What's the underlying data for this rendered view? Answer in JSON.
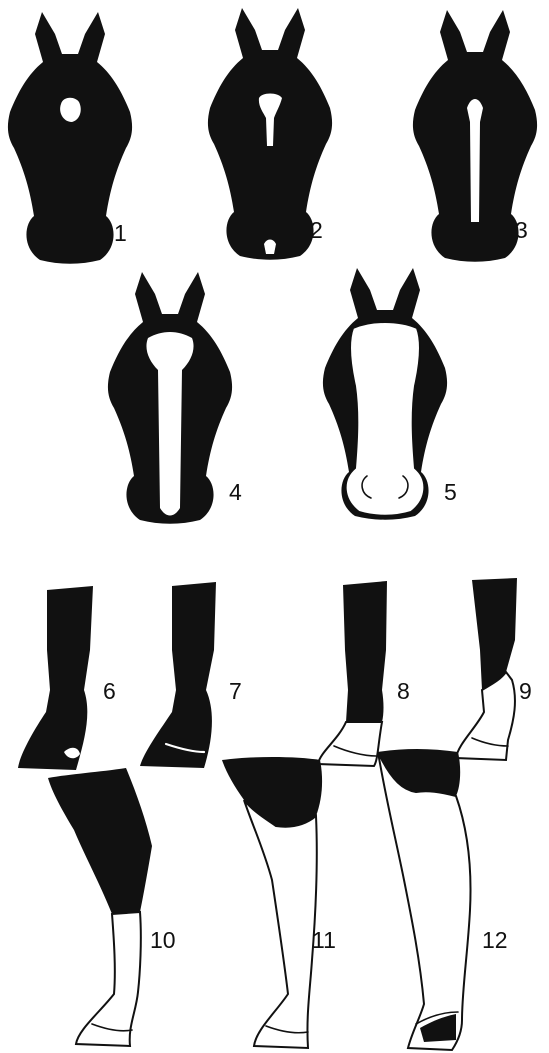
{
  "figure": {
    "heads": [
      {
        "number": "1"
      },
      {
        "number": "2"
      },
      {
        "number": "3"
      },
      {
        "number": "4"
      },
      {
        "number": "5"
      }
    ],
    "legs": [
      {
        "number": "6"
      },
      {
        "number": "7"
      },
      {
        "number": "8"
      },
      {
        "number": "9"
      },
      {
        "number": "10"
      },
      {
        "number": "11"
      },
      {
        "number": "12"
      }
    ]
  },
  "colors": {
    "ink": "#111111",
    "paper": "#ffffff"
  }
}
